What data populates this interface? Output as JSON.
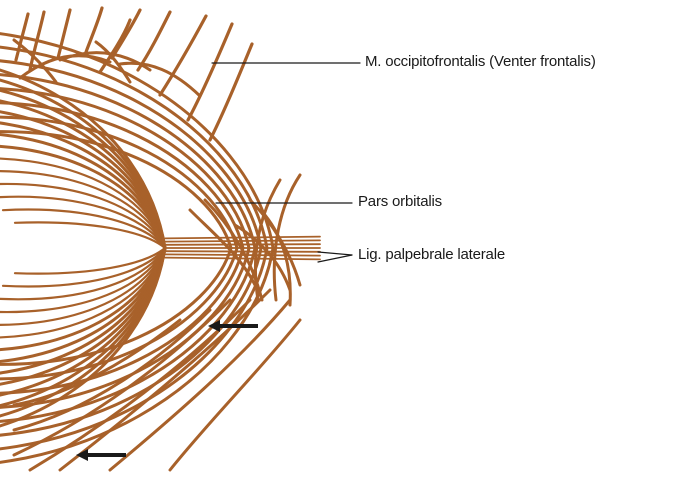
{
  "diagram": {
    "labels": {
      "occipitofrontalis": "M. occipitofrontalis (Venter frontalis)",
      "pars_orbitalis": "Pars orbitalis",
      "lig_palpebrale": "Lig. palpebrale laterale"
    },
    "colors": {
      "muscle_fiber": "#a8612a",
      "leader_line": "#1a1a1a",
      "arrow": "#1a1a1a",
      "background": "#ffffff"
    }
  }
}
